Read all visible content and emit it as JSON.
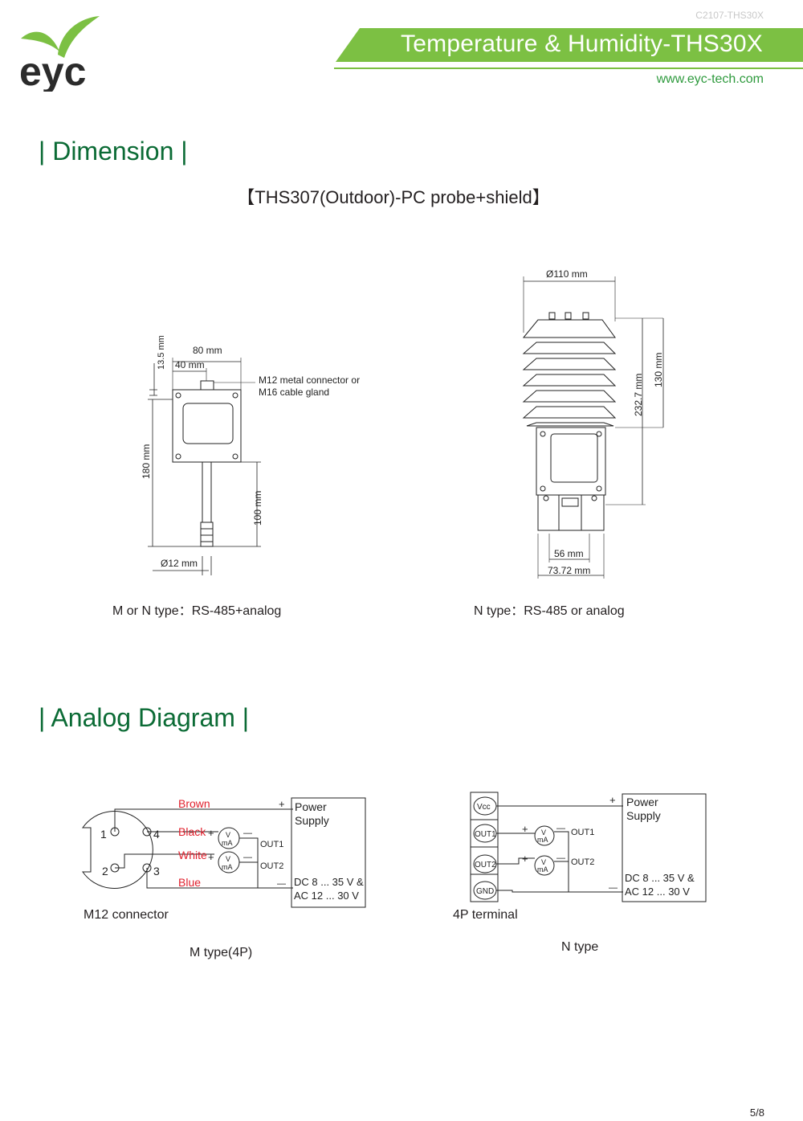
{
  "header": {
    "doc_code": "C2107-THS30X",
    "title": "Temperature & Humidity-THS30X",
    "website": "www.eyc-tech.com",
    "logo_text": "eyc",
    "brand_green": "#7cc043",
    "title_green": "#0b6b35"
  },
  "dimension": {
    "title": "| Dimension |",
    "subtitle": "【THS307(Outdoor)-PC probe+shield】",
    "left": {
      "dim_13_5": "13.5 mm",
      "dim_80": "80 mm",
      "dim_40": "40 mm",
      "connector_line1": "M12 metal connector or",
      "connector_line2": "M16 cable gland",
      "dim_180": "180 mm",
      "dim_100": "100 mm",
      "dim_d12": "Ø12 mm",
      "caption": "M or N type：RS-485+analog"
    },
    "right": {
      "dim_d110": "Ø110 mm",
      "dim_232_7": "232.7 mm",
      "dim_130": "130 mm",
      "dim_56": "56 mm",
      "dim_73_72": "73.72 mm",
      "caption": "N type：RS-485 or analog"
    }
  },
  "analog": {
    "title": "| Analog Diagram |",
    "m_type": {
      "wire_brown": "Brown",
      "wire_black": "Black",
      "wire_white": "White",
      "wire_blue": "Blue",
      "pin1": "1",
      "pin2": "2",
      "pin3": "3",
      "pin4": "4",
      "meter_v": "V",
      "meter_ma": "mA",
      "out1": "OUT1",
      "out2": "OUT2",
      "plus": "+",
      "minus": "—",
      "power_line1": "Power",
      "power_line2": "Supply",
      "dc_line": "DC 8 ... 35 V &",
      "ac_line": "AC 12 ... 30 V",
      "connector_label": "M12 connector",
      "caption": "M type(4P)"
    },
    "n_type": {
      "vcc": "Vcc",
      "out1_term": "OUT1",
      "out2_term": "OUT2",
      "gnd": "GND",
      "meter_v": "V",
      "meter_ma": "mA",
      "out1": "OUT1",
      "out2": "OUT2",
      "plus": "+",
      "minus": "—",
      "power_line1": "Power",
      "power_line2": "Supply",
      "dc_line": "DC 8 ... 35 V &",
      "ac_line": "AC 12 ... 30 V",
      "terminal_label": "4P terminal",
      "caption": "N type"
    },
    "wire_color_red": "#e0202d"
  },
  "footer": {
    "page": "5/8"
  }
}
